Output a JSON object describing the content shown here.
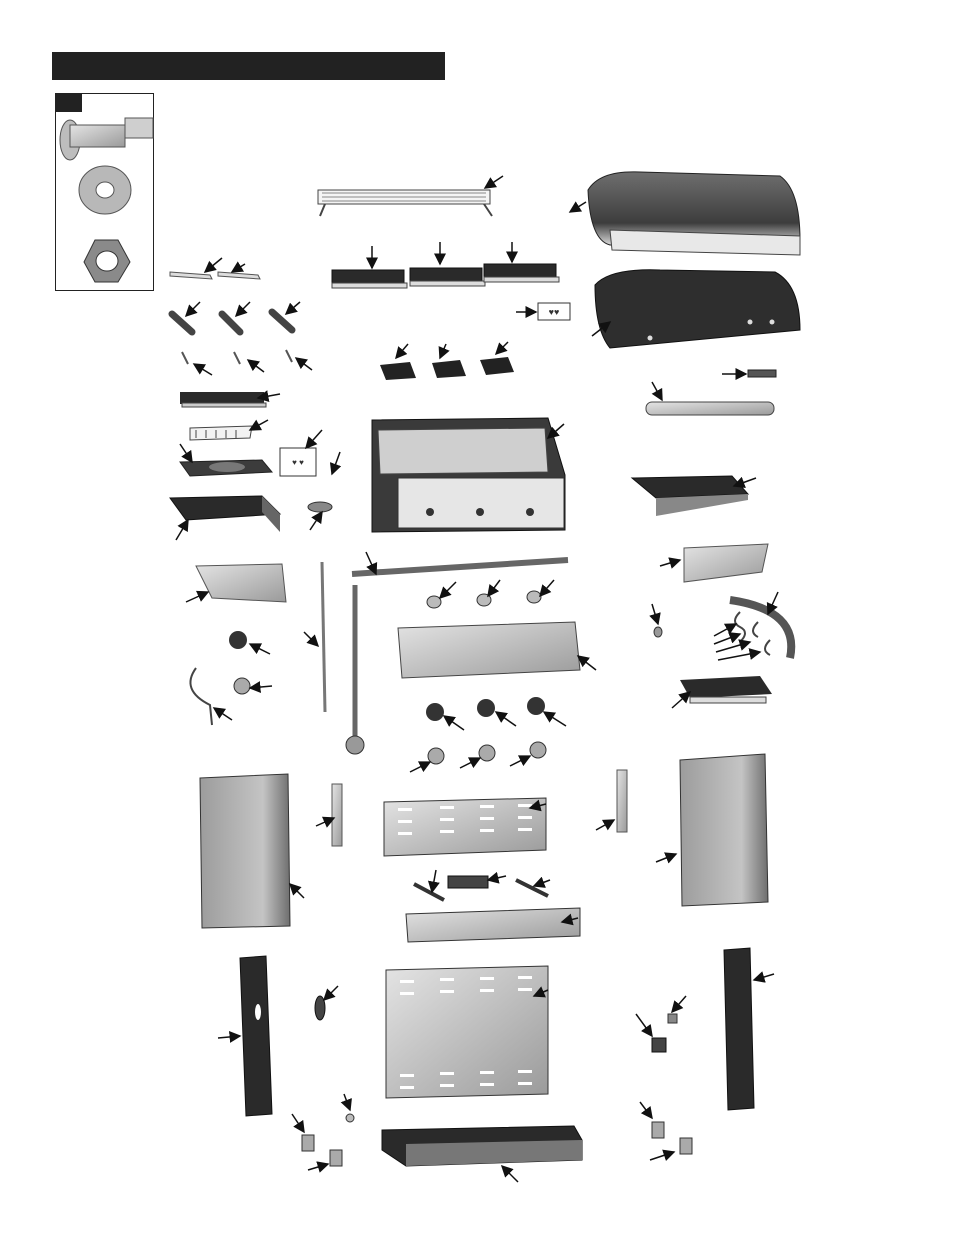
{
  "page": {
    "title_bar_text": "",
    "hardware_box_tag": ""
  },
  "hardware": [
    "shoulder-bolt",
    "flat-washer",
    "hex-nut"
  ],
  "parts": [
    "warming-rack",
    "lid",
    "lid-liner",
    "cooking-grates",
    "heat-tents",
    "hardware-bag",
    "flame-tamers",
    "carryover-tubes",
    "electrode-brackets",
    "side-burner-grate",
    "side-burner-rack",
    "side-burner-pan",
    "side-burner-shelf",
    "firebox",
    "handle",
    "handle-bracket",
    "right-shelf",
    "right-shelf-front",
    "valve-manifold",
    "valve-orifices",
    "heat-shield",
    "regulator-hose",
    "grease-tray-cover",
    "control-knobs",
    "knob-bezels",
    "ignitor-wire",
    "side-panels",
    "rear-panel",
    "front-panel",
    "cart-braces",
    "grease-cup",
    "cart-legs",
    "cart-bottom",
    "casters",
    "ignitor-module",
    "tank-nut"
  ]
}
